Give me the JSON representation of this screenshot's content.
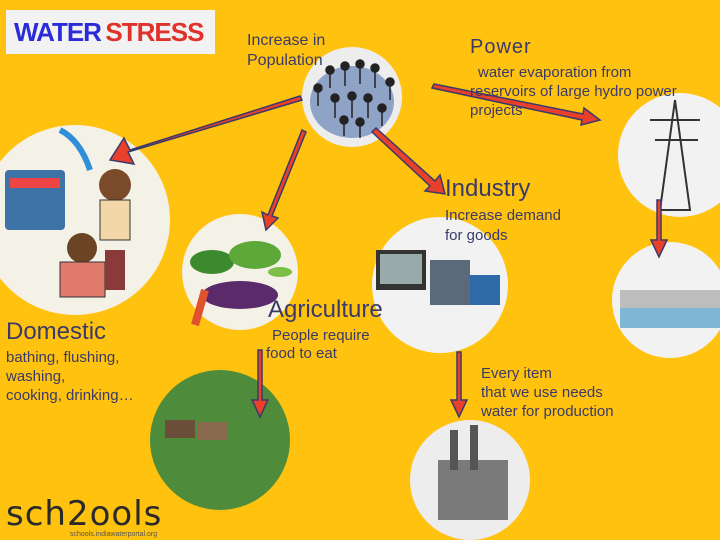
{
  "title": {
    "word1": "WATER",
    "word2": "STRESS"
  },
  "population": {
    "line1": "Increase in",
    "line2": "Population"
  },
  "power": {
    "heading": "Power",
    "desc_line1": "water evaporation from",
    "desc_line2": "reservoirs of large hydro power",
    "desc_line3": "projects"
  },
  "industry": {
    "heading": "Industry",
    "desc_line1": "Increase demand",
    "desc_line2": "for goods"
  },
  "agriculture": {
    "heading": "Agriculture",
    "desc_line1": "People require",
    "desc_line2": "food to eat"
  },
  "domestic": {
    "heading": "Domestic",
    "desc_line1": "bathing, flushing,",
    "desc_line2": "washing,",
    "desc_line3": "cooking, drinking…"
  },
  "production": {
    "line1": "Every item",
    "line2": "that we use needs",
    "line3": "water for production"
  },
  "logo": {
    "text": "sch2ools",
    "url": "schools.indiawaterportal.org"
  },
  "colors": {
    "background": "#FFC20E",
    "arrow_fill": "#E8402A",
    "arrow_outline": "#3A3A6A"
  }
}
